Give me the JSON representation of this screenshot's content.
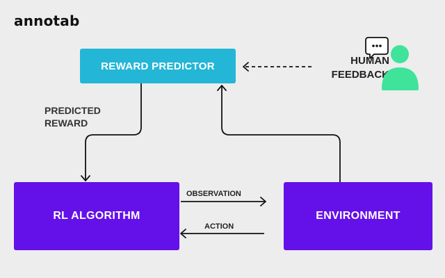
{
  "brand": {
    "logo_text": "annotab"
  },
  "diagram": {
    "reward_predictor": "REWARD PREDICTOR",
    "rl_algorithm": "RL ALGORITHM",
    "environment": "ENVIRONMENT",
    "predicted_reward": "PREDICTED\nREWARD",
    "human_feedback": "HUMAN\nFEEDBACK",
    "observation": "OBSERVATION",
    "action": "ACTION"
  },
  "colors": {
    "reward_box": "#24b6d6",
    "algorithm_box": "#6410e8",
    "environment_box": "#6410e8",
    "human_icon": "#3fe39a",
    "background": "#ededed"
  },
  "icons": {
    "human": "human-feedback-icon",
    "chat": "chat-bubble-icon"
  }
}
